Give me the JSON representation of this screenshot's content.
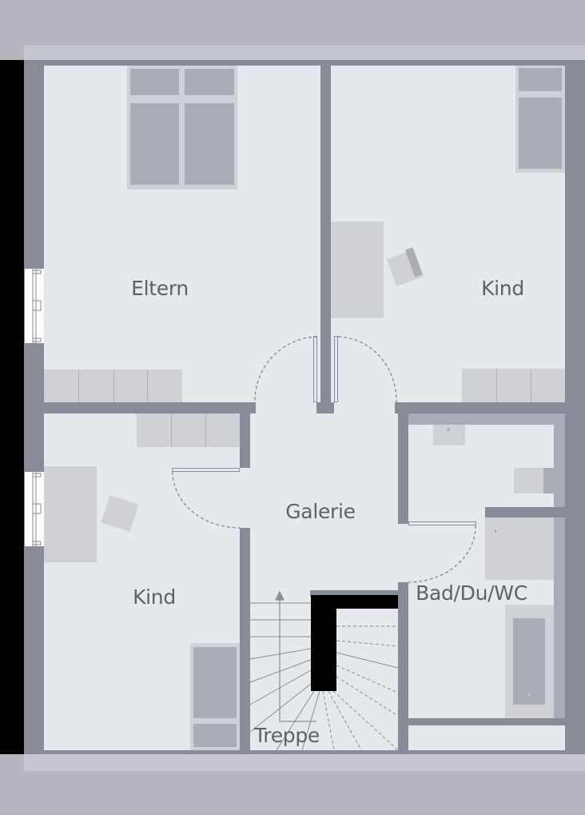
{
  "plan": {
    "type": "floor-plan",
    "level": "upper-floor",
    "colors": {
      "background": "#b6b6be",
      "roof_strip": "#c7c7cf",
      "wall": "#878c98",
      "floor": "#e5e8ec",
      "furniture_light": "#cfd1d7",
      "furniture_dark": "#aaadb5",
      "label": "#5f6166",
      "stair_core": "#000000"
    }
  },
  "rooms": {
    "parents": {
      "label": "Eltern"
    },
    "child_top_right": {
      "label": "Kind"
    },
    "child_bottom_left": {
      "label": "Kind"
    },
    "gallery": {
      "label": "Galerie"
    },
    "bathroom": {
      "label": "Bad/Du/WC"
    },
    "stairs": {
      "label": "Treppe"
    }
  }
}
